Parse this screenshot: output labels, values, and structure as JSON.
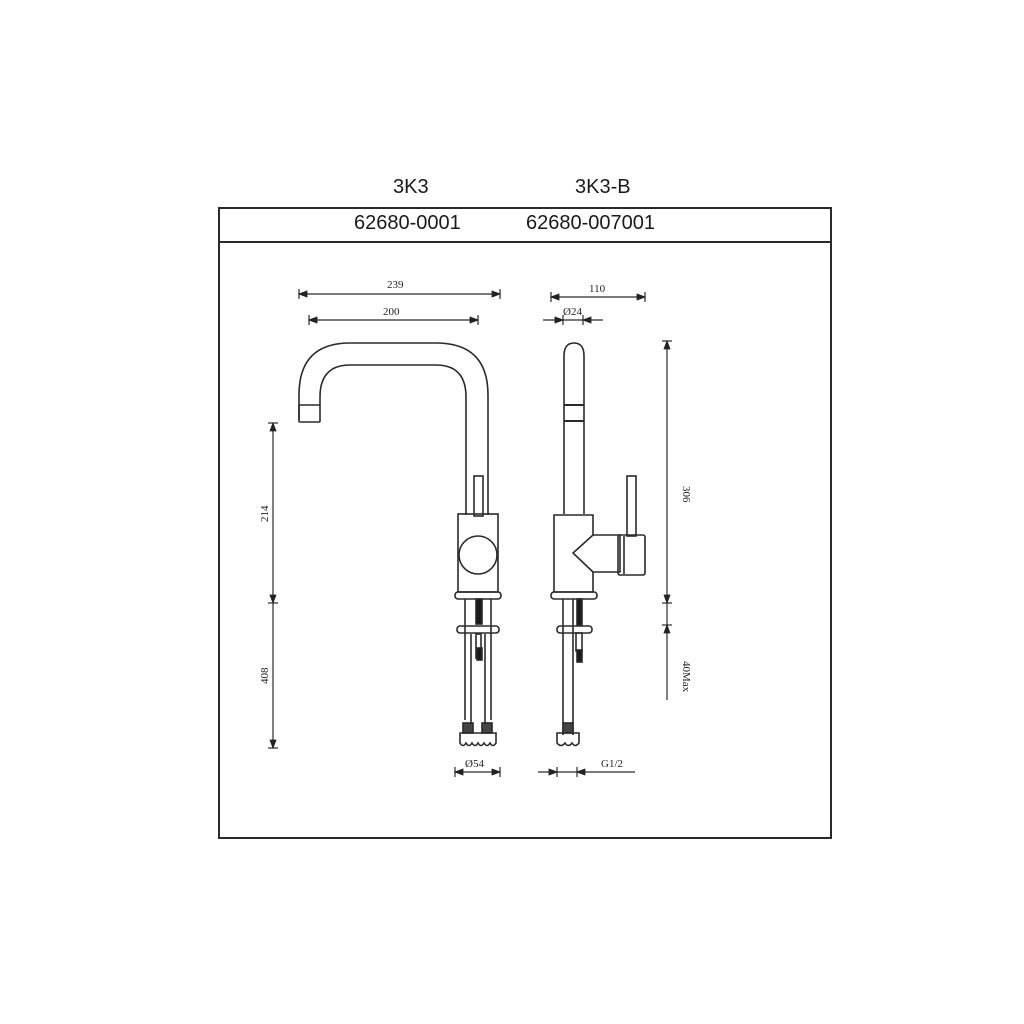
{
  "header": {
    "models": [
      {
        "name": "3K3",
        "code": "62680-0001"
      },
      {
        "name": "3K3-B",
        "code": "62680-007001"
      }
    ]
  },
  "front_view": {
    "dimensions": {
      "overall_reach": "239",
      "spout_reach": "200",
      "spout_height": "214",
      "below_deck": "408",
      "base_diameter": "Ø54"
    }
  },
  "side_view": {
    "dimensions": {
      "depth": "110",
      "spout_diameter": "Ø24",
      "total_height": "306",
      "deck_thickness": "40Max",
      "connection_thread": "G1/2"
    }
  },
  "colors": {
    "line": "#2a2a2a",
    "background": "#ffffff"
  }
}
